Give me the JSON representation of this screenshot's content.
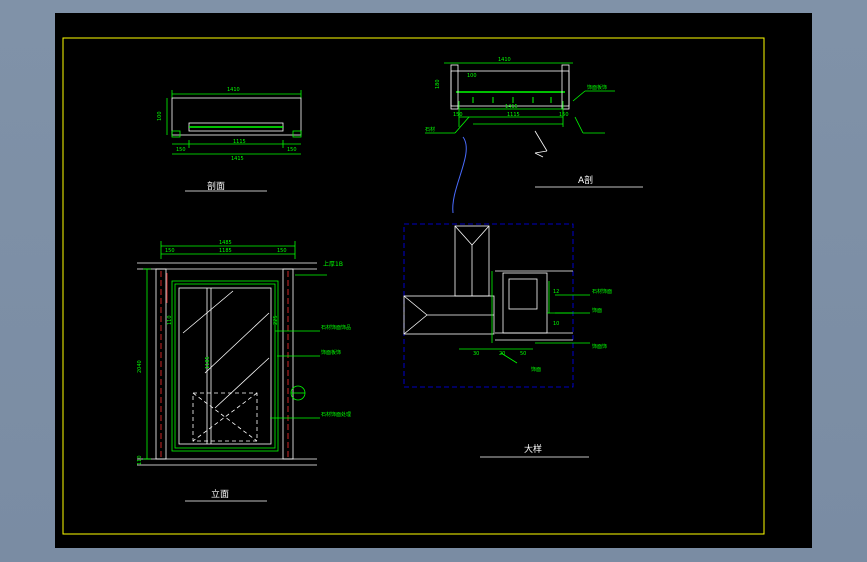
{
  "colors": {
    "background": "#000000",
    "viewport": "#7d8fa6",
    "frame": "#ffff00",
    "lines": "#ffffff",
    "dimensions": "#00ff00",
    "annotations": "#00ff00",
    "titles": "#ffffff",
    "detail_border": "#0000ff",
    "section": "#00ffff",
    "curve": "#4a6cff",
    "accent_red": "#ff3030"
  },
  "views": {
    "section": {
      "title": "剖面",
      "dims": [
        "1410",
        "150",
        "1115",
        "150",
        "1415"
      ],
      "side_dim": "100"
    },
    "a_section": {
      "title": "A剖",
      "dims": [
        "1410",
        "150",
        "1115",
        "150",
        "1415"
      ],
      "side_dims": [
        "100",
        "180"
      ]
    },
    "elevation": {
      "title": "立面",
      "dims_top": [
        "1485",
        "150",
        "1185",
        "150"
      ],
      "dims_left": [
        "2040",
        "110"
      ],
      "dims_inner": [
        "110",
        "1185",
        "225"
      ]
    },
    "detail": {
      "title": "大样",
      "dims": [
        "30",
        "20",
        "50",
        "12",
        "10"
      ]
    }
  },
  "annotations": {
    "elev_top": "上厚1B",
    "elev_mid1": "石材饰面饰品",
    "elev_mid2": "饰面板饰",
    "elev_bot": "石材饰面处理",
    "a_right": "饰面板饰",
    "a_left": "石材",
    "detail_r1": "石材饰面",
    "detail_r2": "饰面",
    "detail_r3": "饰面饰",
    "detail_bot": "饰面"
  }
}
